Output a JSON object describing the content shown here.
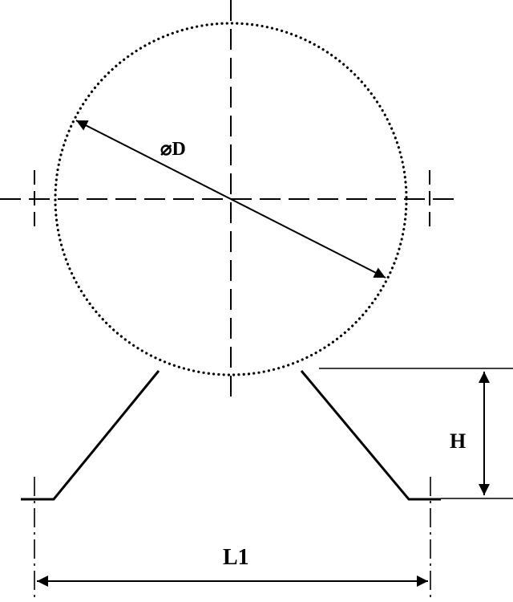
{
  "labels": {
    "diameter": "⌀D",
    "height": "H",
    "length": "L1"
  },
  "colors": {
    "stroke": "#000000",
    "background": "#ffffff"
  }
}
